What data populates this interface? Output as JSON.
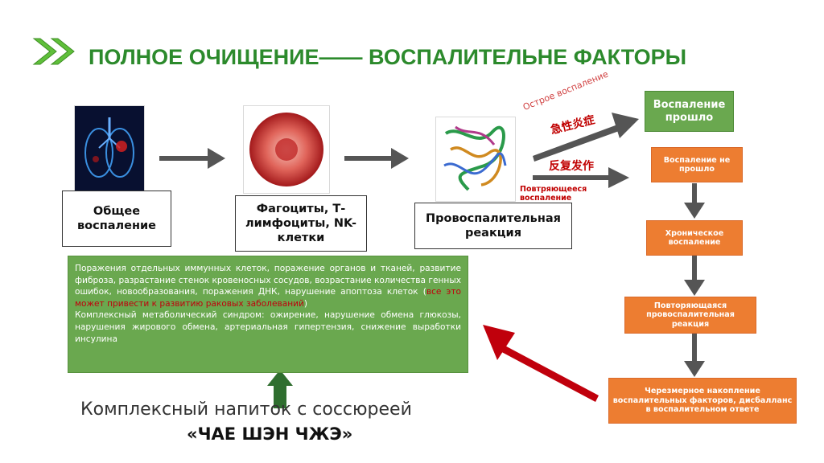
{
  "title": "ПОЛНОЕ ОЧИЩЕНИЕ—— ВОСПАЛИТЕЛЬНЕ ФАКТОРЫ",
  "stages": [
    {
      "label": "Общее воспаление"
    },
    {
      "label": "Фагоциты, Т-лимфоциты, NK-клетки"
    },
    {
      "label": "Провоспалительная реакция"
    }
  ],
  "branches": {
    "acute_label": "Острое воспаление",
    "acute_cn": "急性炎症",
    "repeat_cn": "反复发作",
    "repeat_label": "Повтряющееся воспаление"
  },
  "side_boxes": [
    {
      "text": "Воспаление прошло"
    },
    {
      "text": "Воспаление не прошло"
    },
    {
      "text": "Хроническое воспаление"
    },
    {
      "text": "Повторяющаяся провоспалительная реакция"
    },
    {
      "text": "Черезмерное накопление воспалительных факторов, дисбалланс в воспалительном ответе"
    }
  ],
  "panel": {
    "part1": "Поражения отдельных иммунных клеток, поражение органов и тканей, развитие фиброза,  разрастание стенок кровеносных сосудов, возрастание количества генных ошибок, новообразования, поражения ДНК, нарушение апоптоза клеток (",
    "part1_red": "все это может привести к развитию раковых заболеваний",
    "part1_end": ")",
    "part2": "Комплексный метаболический синдром: ожирение, нарушение обмена глюкозы, нарушения жирового обмена, артериальная гипертензия, снижение выработки инсулина"
  },
  "bottom": {
    "line1": "Комплексный напиток с соссюреей",
    "line2": "«ЧАЕ ШЭН ЧЖЭ»"
  },
  "colors": {
    "title_green": "#2c8a2c",
    "panel_green": "#6aa84f",
    "orange": "#ed7d31",
    "red_arrow": "#c0000c",
    "gray_arrow": "#555555",
    "dark_green_arrow": "#2f6e2f"
  }
}
